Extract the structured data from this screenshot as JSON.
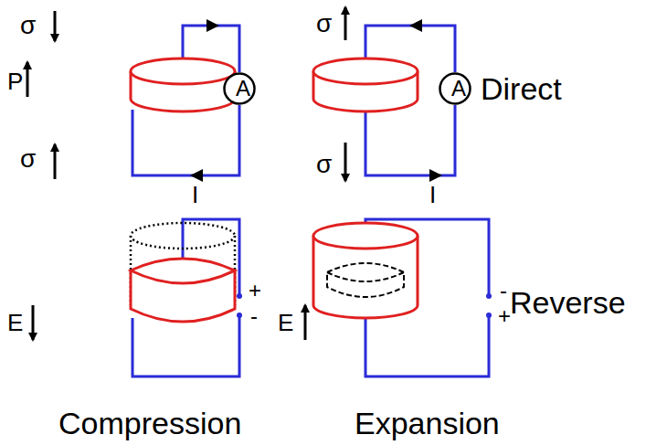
{
  "diagram": {
    "nodes": [
      {
        "text": [
          "A"
        ]
      },
      {
        "text": [
          "A"
        ]
      }
    ],
    "labels": [
      "σ",
      "P",
      "σ",
      "I",
      "σ",
      "σ",
      "I",
      "Direct",
      "E",
      "+",
      "-",
      "E",
      "-",
      "+",
      "Reverse",
      "Compression",
      "Expansion"
    ]
  }
}
